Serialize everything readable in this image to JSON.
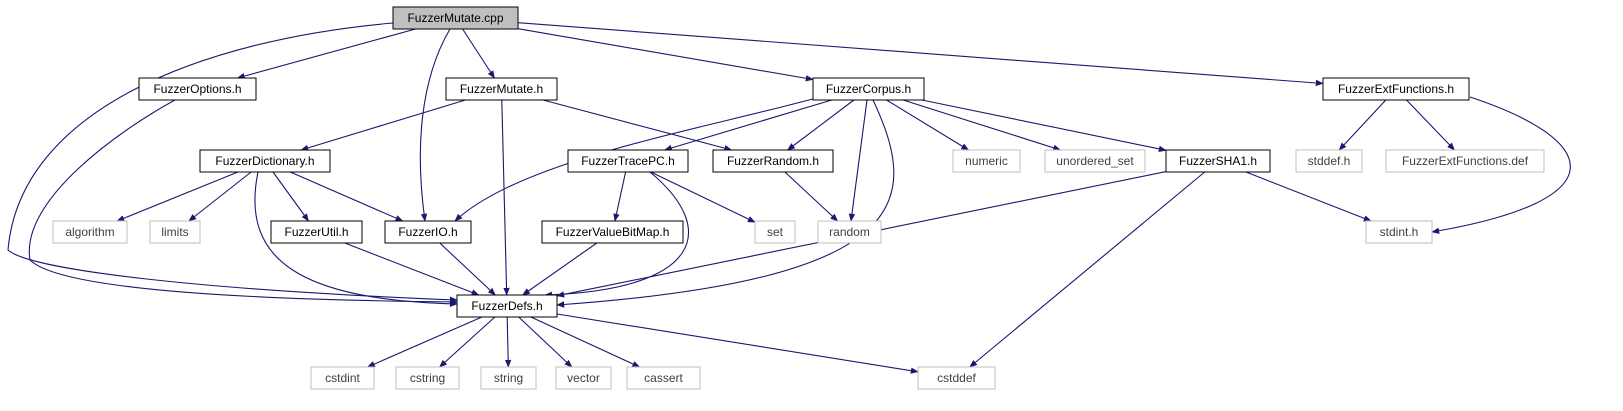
{
  "colors": {
    "edge": "#191970",
    "root_fill": "#bfbfbf",
    "project_border": "#000000",
    "system_border": "#bfbfbf",
    "system_text": "#404040",
    "text": "#000000"
  },
  "nodes": [
    {
      "id": "FuzzerMutate.cpp",
      "label": "FuzzerMutate.cpp",
      "kind": "root"
    },
    {
      "id": "FuzzerOptions.h",
      "label": "FuzzerOptions.h",
      "kind": "project"
    },
    {
      "id": "FuzzerMutate.h",
      "label": "FuzzerMutate.h",
      "kind": "project"
    },
    {
      "id": "FuzzerCorpus.h",
      "label": "FuzzerCorpus.h",
      "kind": "project"
    },
    {
      "id": "FuzzerExtFunctions.h",
      "label": "FuzzerExtFunctions.h",
      "kind": "project"
    },
    {
      "id": "FuzzerDictionary.h",
      "label": "FuzzerDictionary.h",
      "kind": "project"
    },
    {
      "id": "FuzzerTracePC.h",
      "label": "FuzzerTracePC.h",
      "kind": "project"
    },
    {
      "id": "FuzzerRandom.h",
      "label": "FuzzerRandom.h",
      "kind": "project"
    },
    {
      "id": "numeric",
      "label": "numeric",
      "kind": "system"
    },
    {
      "id": "unordered_set",
      "label": "unordered_set",
      "kind": "system"
    },
    {
      "id": "FuzzerSHA1.h",
      "label": "FuzzerSHA1.h",
      "kind": "project"
    },
    {
      "id": "stddef.h",
      "label": "stddef.h",
      "kind": "system"
    },
    {
      "id": "FuzzerExtFunctions.def",
      "label": "FuzzerExtFunctions.def",
      "kind": "system"
    },
    {
      "id": "algorithm",
      "label": "algorithm",
      "kind": "system"
    },
    {
      "id": "limits",
      "label": "limits",
      "kind": "system"
    },
    {
      "id": "FuzzerUtil.h",
      "label": "FuzzerUtil.h",
      "kind": "project"
    },
    {
      "id": "FuzzerIO.h",
      "label": "FuzzerIO.h",
      "kind": "project"
    },
    {
      "id": "FuzzerValueBitMap.h",
      "label": "FuzzerValueBitMap.h",
      "kind": "project"
    },
    {
      "id": "set",
      "label": "set",
      "kind": "system"
    },
    {
      "id": "random",
      "label": "random",
      "kind": "system"
    },
    {
      "id": "stdint.h",
      "label": "stdint.h",
      "kind": "system"
    },
    {
      "id": "FuzzerDefs.h",
      "label": "FuzzerDefs.h",
      "kind": "project"
    },
    {
      "id": "cstdint",
      "label": "cstdint",
      "kind": "system"
    },
    {
      "id": "cstring",
      "label": "cstring",
      "kind": "system"
    },
    {
      "id": "string",
      "label": "string",
      "kind": "system"
    },
    {
      "id": "vector",
      "label": "vector",
      "kind": "system"
    },
    {
      "id": "cassert",
      "label": "cassert",
      "kind": "system"
    },
    {
      "id": "cstddef",
      "label": "cstddef",
      "kind": "system"
    }
  ],
  "edges": [
    {
      "from": "FuzzerMutate.cpp",
      "to": "FuzzerOptions.h"
    },
    {
      "from": "FuzzerMutate.cpp",
      "to": "FuzzerMutate.h"
    },
    {
      "from": "FuzzerMutate.cpp",
      "to": "FuzzerCorpus.h"
    },
    {
      "from": "FuzzerMutate.cpp",
      "to": "FuzzerExtFunctions.h"
    },
    {
      "from": "FuzzerMutate.cpp",
      "to": "FuzzerIO.h"
    },
    {
      "from": "FuzzerMutate.cpp",
      "to": "FuzzerDefs.h"
    },
    {
      "from": "FuzzerOptions.h",
      "to": "FuzzerDefs.h"
    },
    {
      "from": "FuzzerMutate.h",
      "to": "FuzzerDictionary.h"
    },
    {
      "from": "FuzzerMutate.h",
      "to": "FuzzerRandom.h"
    },
    {
      "from": "FuzzerMutate.h",
      "to": "FuzzerDefs.h"
    },
    {
      "from": "FuzzerCorpus.h",
      "to": "FuzzerTracePC.h"
    },
    {
      "from": "FuzzerCorpus.h",
      "to": "FuzzerRandom.h"
    },
    {
      "from": "FuzzerCorpus.h",
      "to": "numeric"
    },
    {
      "from": "FuzzerCorpus.h",
      "to": "unordered_set"
    },
    {
      "from": "FuzzerCorpus.h",
      "to": "FuzzerSHA1.h"
    },
    {
      "from": "FuzzerCorpus.h",
      "to": "FuzzerIO.h"
    },
    {
      "from": "FuzzerCorpus.h",
      "to": "random"
    },
    {
      "from": "FuzzerCorpus.h",
      "to": "FuzzerDefs.h"
    },
    {
      "from": "FuzzerExtFunctions.h",
      "to": "stddef.h"
    },
    {
      "from": "FuzzerExtFunctions.h",
      "to": "FuzzerExtFunctions.def"
    },
    {
      "from": "FuzzerExtFunctions.h",
      "to": "stdint.h"
    },
    {
      "from": "FuzzerDictionary.h",
      "to": "algorithm"
    },
    {
      "from": "FuzzerDictionary.h",
      "to": "limits"
    },
    {
      "from": "FuzzerDictionary.h",
      "to": "FuzzerUtil.h"
    },
    {
      "from": "FuzzerDictionary.h",
      "to": "FuzzerIO.h"
    },
    {
      "from": "FuzzerDictionary.h",
      "to": "FuzzerDefs.h"
    },
    {
      "from": "FuzzerTracePC.h",
      "to": "FuzzerValueBitMap.h"
    },
    {
      "from": "FuzzerTracePC.h",
      "to": "set"
    },
    {
      "from": "FuzzerTracePC.h",
      "to": "FuzzerDefs.h"
    },
    {
      "from": "FuzzerRandom.h",
      "to": "random"
    },
    {
      "from": "FuzzerSHA1.h",
      "to": "FuzzerDefs.h"
    },
    {
      "from": "FuzzerSHA1.h",
      "to": "stdint.h"
    },
    {
      "from": "FuzzerSHA1.h",
      "to": "cstddef"
    },
    {
      "from": "FuzzerUtil.h",
      "to": "FuzzerDefs.h"
    },
    {
      "from": "FuzzerIO.h",
      "to": "FuzzerDefs.h"
    },
    {
      "from": "FuzzerValueBitMap.h",
      "to": "FuzzerDefs.h"
    },
    {
      "from": "FuzzerDefs.h",
      "to": "cstdint"
    },
    {
      "from": "FuzzerDefs.h",
      "to": "cstring"
    },
    {
      "from": "FuzzerDefs.h",
      "to": "string"
    },
    {
      "from": "FuzzerDefs.h",
      "to": "vector"
    },
    {
      "from": "FuzzerDefs.h",
      "to": "cassert"
    },
    {
      "from": "FuzzerDefs.h",
      "to": "cstddef"
    }
  ]
}
